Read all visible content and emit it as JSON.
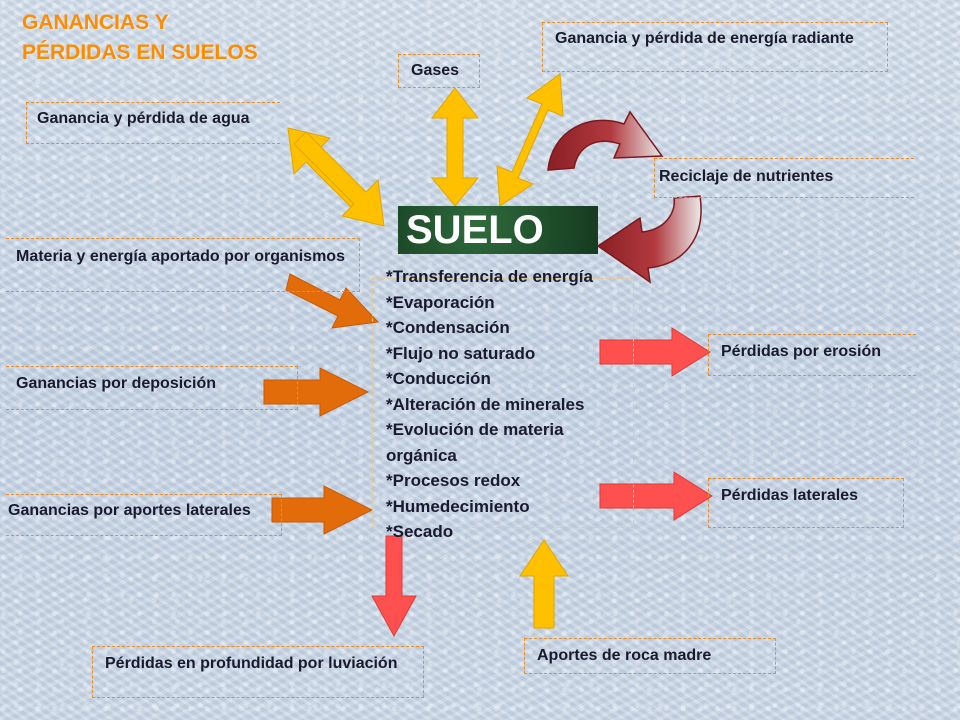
{
  "title": {
    "line1": "GANANCIAS Y",
    "line2": "PÉRDIDAS EN SUELOS"
  },
  "center": {
    "label": "SUELO"
  },
  "processes": [
    "*Transferencia de energía",
    "*Evaporación",
    "*Condensación",
    "*Flujo no saturado",
    "*Conducción",
    "*Alteración de minerales",
    "*Evolución de materia orgánica",
    "*Procesos redox",
    "*Humedecimiento",
    "*Secado"
  ],
  "labels": {
    "agua": "Ganancia y pérdida de agua",
    "gases": "Gases",
    "radiante": "Ganancia y pérdida de energía radiante",
    "reciclaje": "Reciclaje de nutrientes",
    "organismos": "Materia y energía aportado por organismos",
    "deposicion": "Ganancias por deposición",
    "laterales_gan": "Ganancias por aportes laterales",
    "erosion": "Pérdidas por erosión",
    "laterales_per": "Pérdidas laterales",
    "profundidad": "Pérdidas en profundidad por luviación",
    "roca": "Aportes de roca madre"
  },
  "colors": {
    "title": "#ff8c00",
    "dashed_border": "#f28c1e",
    "yellow_arrow": "#ffc000",
    "orange_arrow": "#e36c0a",
    "red_arrow": "#ff5050",
    "cycle_arrow": "#a0282d",
    "suelo_box": "#1e4d2a"
  }
}
